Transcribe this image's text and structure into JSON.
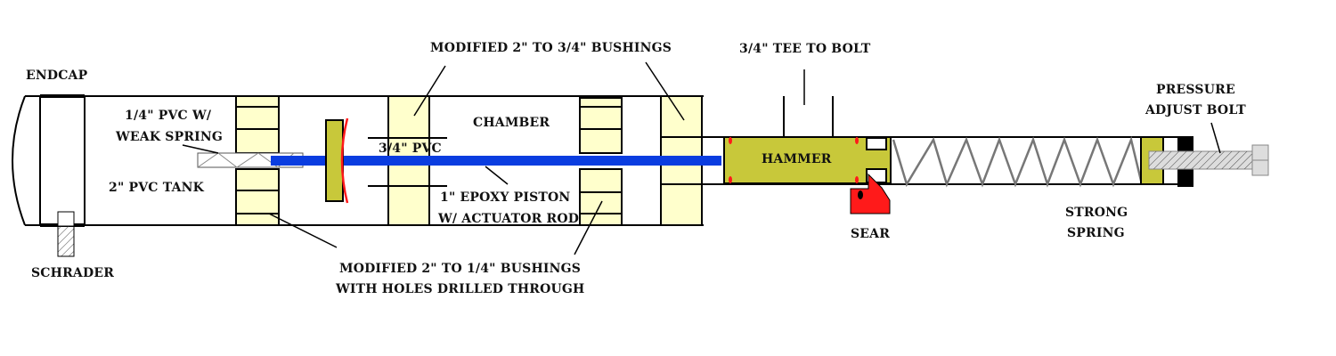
{
  "diagram": {
    "labels": {
      "endcap": "ENDCAP",
      "schrader": "SCHRADER",
      "weak_spring_1": "1/4\" PVC W/",
      "weak_spring_2": "WEAK SPRING",
      "tank": "2\" PVC TANK",
      "bushings_34": "MODIFIED 2\" TO 3/4\" BUSHINGS",
      "pvc_34": "3/4\" PVC",
      "chamber": "CHAMBER",
      "piston_1": "1\"  EPOXY PISTON",
      "piston_2": "W/ ACTUATOR ROD",
      "bushings_14_1": "MODIFIED 2\" TO 1/4\" BUSHINGS",
      "bushings_14_2": "WITH HOLES DRILLED THROUGH",
      "tee": "3/4\" TEE TO BOLT",
      "hammer": "HAMMER",
      "sear": "SEAR",
      "spring_1": "STRONG",
      "spring_2": "SPRING",
      "bolt_1": "PRESSURE",
      "bolt_2": "ADJUST BOLT"
    },
    "colors": {
      "rod": "#0a3de0",
      "hammer": "#c8c83a",
      "bushing": "#ffffcc",
      "sear": "#ff1a1a",
      "spring": "#777777"
    }
  }
}
